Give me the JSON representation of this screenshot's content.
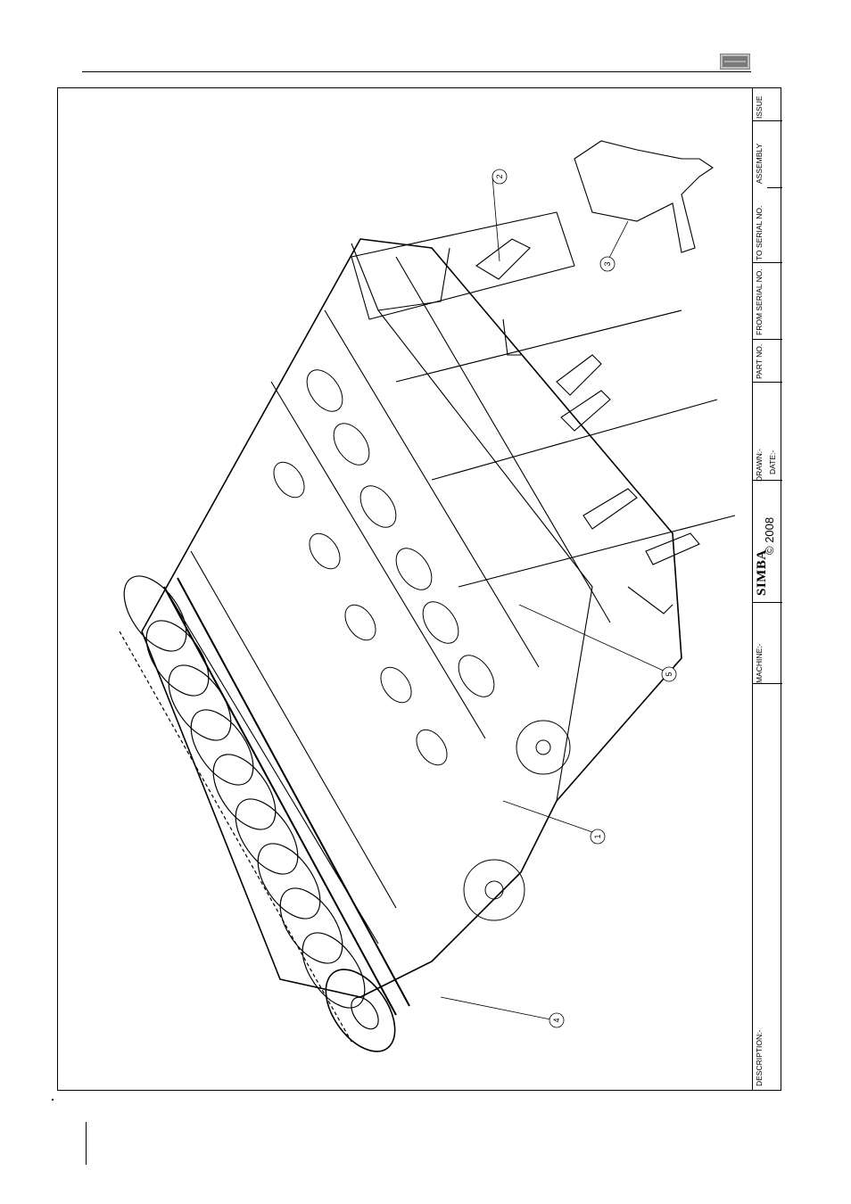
{
  "title_block": {
    "issue": "ISSUE",
    "assembly": "ASSEMBLY",
    "to_serial": "TO SERIAL NO.",
    "from_serial": "FROM SERIAL NO.",
    "part_no": "PART NO.",
    "drawn": "DRAWN:-",
    "date": "DATE:-",
    "copyright": "© 2008",
    "brand": "SIMBA",
    "machine": "MACHINE:-",
    "description": "DESCRIPTION:-"
  },
  "callouts": [
    "1",
    "2",
    "3",
    "4",
    "5"
  ],
  "icons": {
    "header_logo": "simba-logo-icon",
    "title_logo": "simba-logo-icon"
  }
}
